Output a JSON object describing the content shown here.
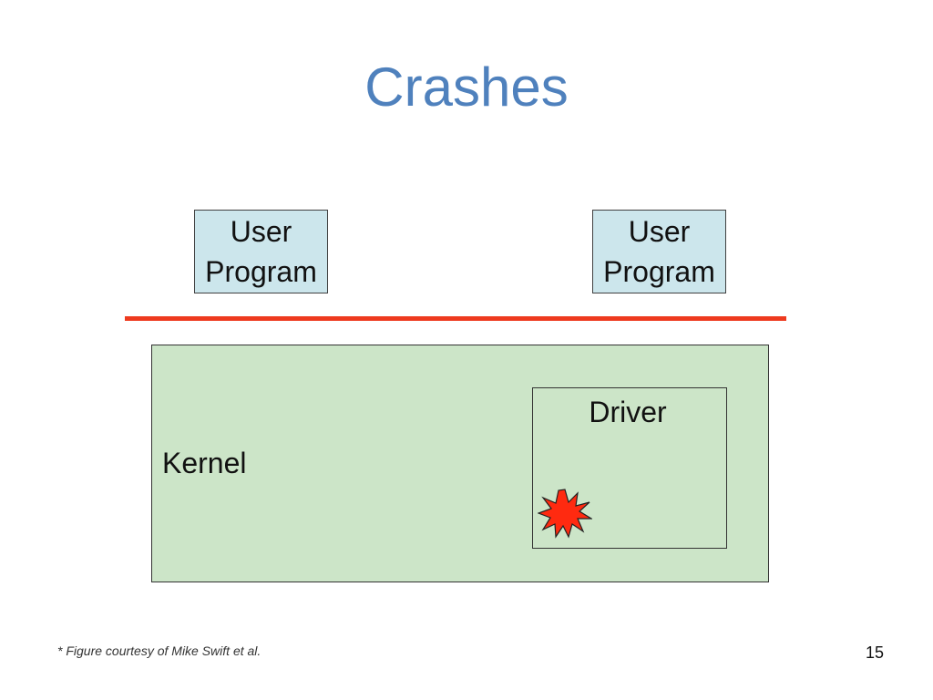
{
  "slide": {
    "title": "Crashes",
    "footnote": "* Figure courtesy of Mike Swift et al.",
    "page_number": "15"
  },
  "diagram": {
    "user_programs": [
      {
        "line1": "User",
        "line2": "Program"
      },
      {
        "line1": "User",
        "line2": "Program"
      }
    ],
    "kernel_label": "Kernel",
    "driver_label": "Driver",
    "crash_icon": "explosion-icon",
    "colors": {
      "title": "#4f81bd",
      "user_box_fill": "#cce6ec",
      "kernel_fill": "#cce5c8",
      "boundary_line": "#ee3a1e",
      "crash_fill": "#ff2a10"
    }
  }
}
